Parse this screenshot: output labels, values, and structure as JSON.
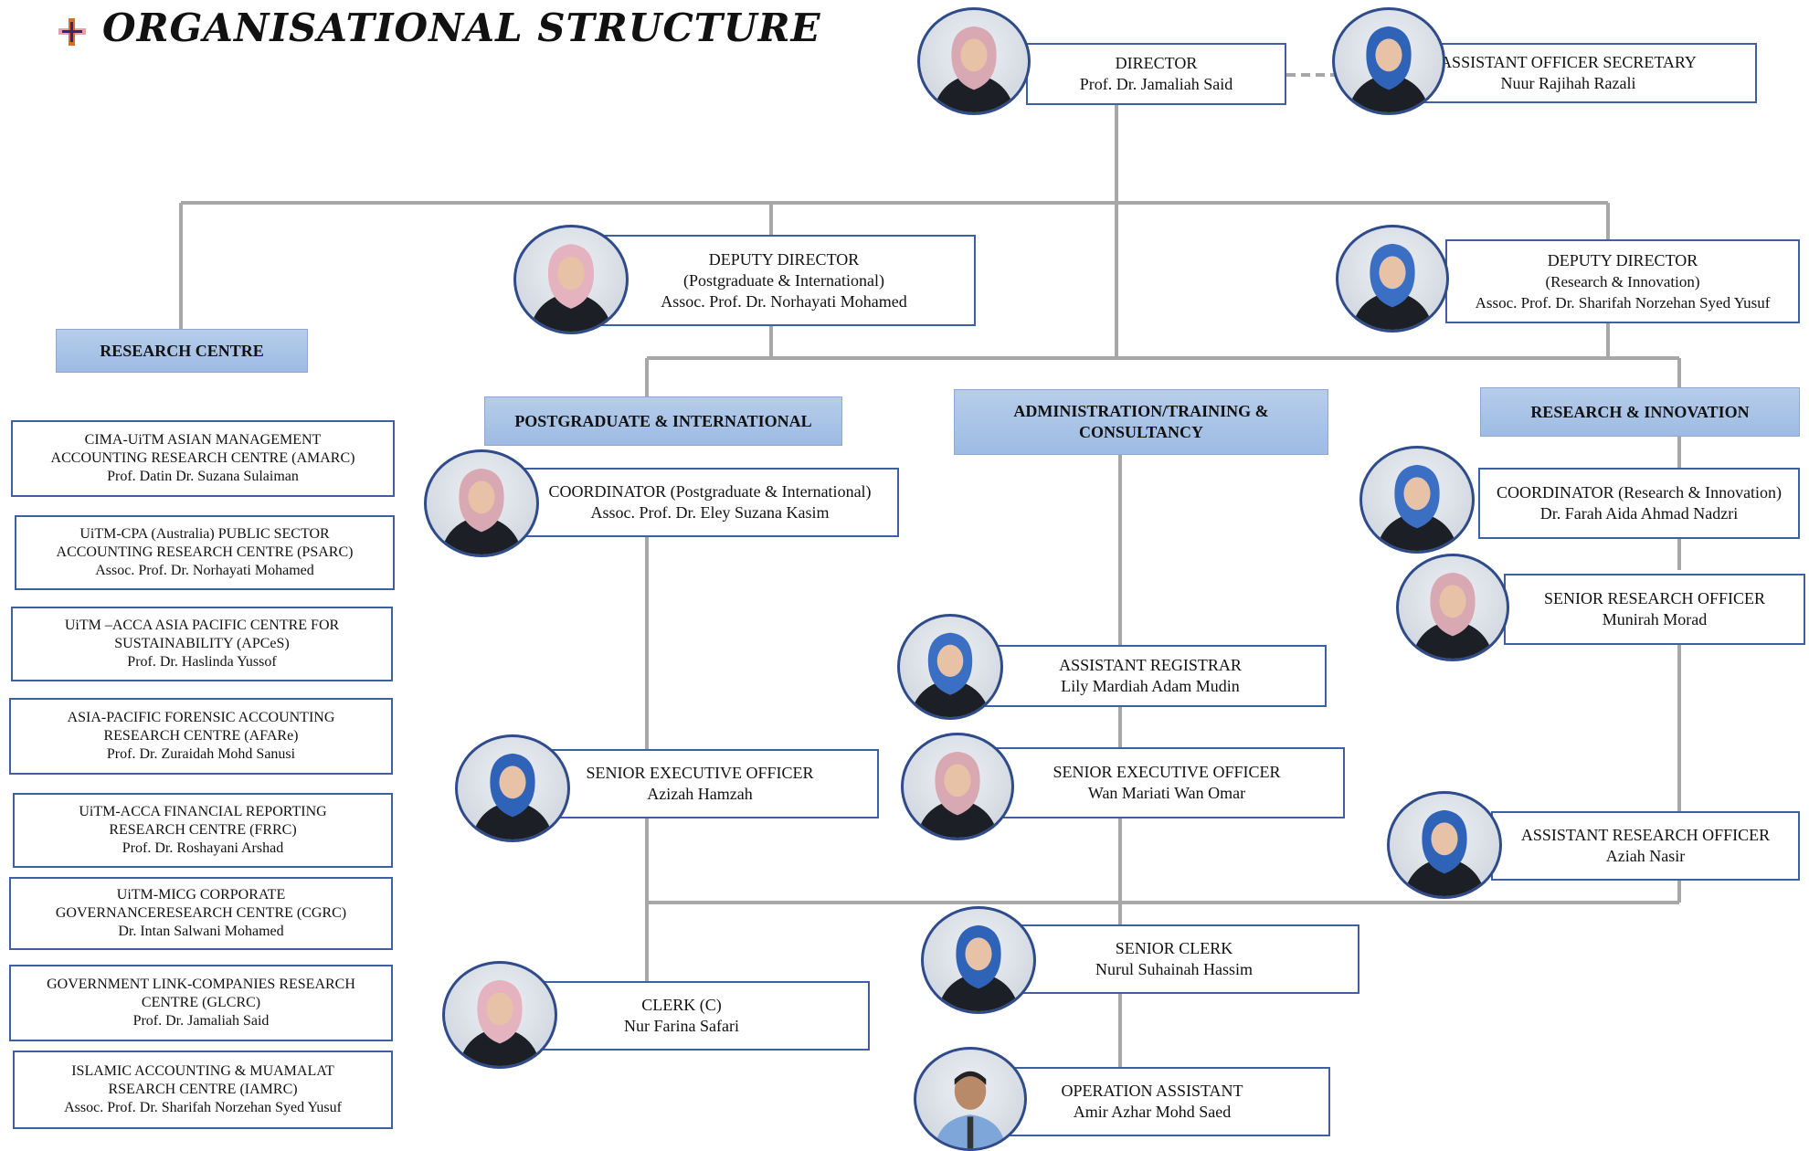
{
  "title": "ORGANISATIONAL STRUCTURE",
  "colors": {
    "box_border": "#3d5fa3",
    "section_fill": "#a8c4e6",
    "connector": "#a7a7a7"
  },
  "director": {
    "role": "DIRECTOR",
    "name": "Prof. Dr. Jamaliah Said"
  },
  "secretary": {
    "role": "ASSISTANT OFFICER SECRETARY",
    "name": "Nuur Rajihah Razali"
  },
  "deputy_pi": {
    "role": "DEPUTY DIRECTOR",
    "unit": "(Postgraduate & International)",
    "name": "Assoc. Prof. Dr. Norhayati Mohamed"
  },
  "deputy_ri": {
    "role": "DEPUTY DIRECTOR",
    "unit": "(Research & Innovation)",
    "name": "Assoc. Prof. Dr. Sharifah Norzehan Syed Yusuf"
  },
  "sections": {
    "research_centre": "RESEARCH CENTRE",
    "postgraduate": "POSTGRADUATE & INTERNATIONAL",
    "administration": [
      "ADMINISTRATION/TRAINING &",
      "CONSULTANCY"
    ],
    "research_innovation": "RESEARCH & INNOVATION"
  },
  "research_centres": [
    {
      "lines": [
        "CIMA-UiTM ASIAN MANAGEMENT",
        "ACCOUNTING RESEARCH CENTRE (AMARC)"
      ],
      "head": "Prof. Datin Dr. Suzana Sulaiman"
    },
    {
      "lines": [
        "UiTM-CPA (Australia) PUBLIC SECTOR",
        "ACCOUNTING RESEARCH CENTRE (PSARC)"
      ],
      "head": "Assoc. Prof. Dr. Norhayati Mohamed"
    },
    {
      "lines": [
        "UiTM –ACCA ASIA PACIFIC CENTRE FOR",
        "SUSTAINABILITY (APCeS)"
      ],
      "head": "Prof. Dr. Haslinda Yussof"
    },
    {
      "lines": [
        "ASIA-PACIFIC FORENSIC ACCOUNTING",
        "RESEARCH CENTRE (AFARe)"
      ],
      "head": "Prof. Dr. Zuraidah Mohd Sanusi"
    },
    {
      "lines": [
        "UiTM-ACCA FINANCIAL REPORTING",
        "RESEARCH CENTRE (FRRC)"
      ],
      "head": "Prof. Dr. Roshayani Arshad"
    },
    {
      "lines": [
        "UiTM-MICG CORPORATE",
        "GOVERNANCERESEARCH CENTRE (CGRC)"
      ],
      "head": "Dr. Intan Salwani Mohamed"
    },
    {
      "lines": [
        "GOVERNMENT LINK-COMPANIES RESEARCH",
        "CENTRE (GLCRC)"
      ],
      "head": "Prof. Dr. Jamaliah Said"
    },
    {
      "lines": [
        "ISLAMIC ACCOUNTING & MUAMALAT",
        "RSEARCH CENTRE (IAMRC)"
      ],
      "head": "Assoc. Prof. Dr. Sharifah Norzehan Syed Yusuf"
    }
  ],
  "staff": {
    "coord_pi": {
      "role": "COORDINATOR (Postgraduate & International)",
      "name": "Assoc. Prof. Dr. Eley Suzana Kasim"
    },
    "coord_ri": {
      "role": "COORDINATOR (Research & Innovation)",
      "name": "Dr. Farah Aida Ahmad Nadzri"
    },
    "seo_pi": {
      "role": "SENIOR EXECUTIVE OFFICER",
      "name": "Azizah Hamzah"
    },
    "clerk": {
      "role": "CLERK (C)",
      "name": "Nur Farina Safari"
    },
    "asst_registrar": {
      "role": "ASSISTANT REGISTRAR",
      "name": "Lily Mardiah Adam Mudin"
    },
    "seo_admin": {
      "role": "SENIOR EXECUTIVE OFFICER",
      "name": "Wan Mariati Wan Omar"
    },
    "senior_clerk": {
      "role": "SENIOR CLERK",
      "name": "Nurul Suhainah Hassim"
    },
    "op_assistant": {
      "role": "OPERATION ASSISTANT",
      "name": "Amir Azhar Mohd Saed"
    },
    "sro": {
      "role": "SENIOR RESEARCH OFFICER",
      "name": "Munirah Morad"
    },
    "aro": {
      "role": "ASSISTANT RESEARCH OFFICER",
      "name": "Aziah Nasir"
    }
  }
}
